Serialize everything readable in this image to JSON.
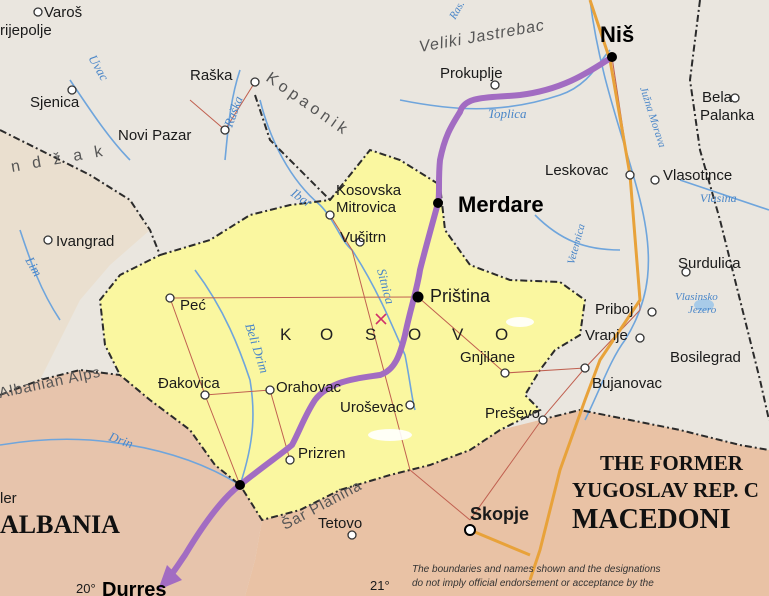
{
  "colors": {
    "land_serbia": "#eae6df",
    "land_albania": "#e7c4ac",
    "land_macedonia": "#e9c2a5",
    "kosovo": "#faf7a0",
    "route": "#a26cc2",
    "river": "#4a86c8",
    "border": "#2b2b2b"
  },
  "places": {
    "varos": "Varoš",
    "prijepolje": "rijepolje",
    "sjenica": "Sjenica",
    "raska": "Raška",
    "novi_pazar": "Novi Pazar",
    "prokuplje": "Prokuplje",
    "nis": "Niš",
    "bela_palanka_1": "Bela",
    "bela_palanka_2": "Palanka",
    "leskovac": "Leskovac",
    "vlasotince": "Vlasotince",
    "kosovska_mitrovica_1": "Kosovska",
    "kosovska_mitrovica_2": "Mitrovica",
    "merdare": "Merdare",
    "vucitrn": "Vučitrn",
    "ivangrad": "Ivangrad",
    "pristina": "Priština",
    "surdulica": "Surdulica",
    "pec": "Peć",
    "priboj": "Priboj",
    "vranje": "Vranje",
    "gnjilane": "Gnjilane",
    "bosilegrad": "Bosilegrad",
    "dakovica": "Đakovica",
    "orahovac": "Orahovac",
    "urosevac": "Uroševac",
    "bujanovac": "Bujanovac",
    "presevo": "Preševo",
    "prizren": "Prizren",
    "ler": "ler",
    "skopje": "Skopje",
    "tetovo": "Tetovo",
    "durres": "Durres"
  },
  "regions": {
    "kopaonik": "Kopaonik",
    "sandzak": "n d ž a k",
    "veliki_jastrebac": "Veliki Jastrebac",
    "albanian_alps": "Albanian Alps",
    "sar_planina": "Šar Planina",
    "kosovo_letters": [
      "K",
      "O",
      "S",
      "O",
      "V",
      "O"
    ]
  },
  "rivers": {
    "toplica": "Toplica",
    "ibar": "Ibar",
    "sitnica": "Sitnica",
    "beli_drim": "Beli Drim",
    "drin": "Drin",
    "lim": "Lim",
    "uvac": "Uvac",
    "raska_river": "Raška",
    "juzna_morava": "Južna Morava",
    "veternica": "Veternica",
    "vlasina": "Vlasina",
    "vlasinsko_1": "Vlasinsko",
    "vlasinsko_2": "Jezero",
    "rasina": "Ras."
  },
  "countries": {
    "albania": "ALBANIA",
    "fyrom_1": "THE FORMER",
    "fyrom_2": "YUGOSLAV REP. C",
    "fyrom_3": "MACEDONI"
  },
  "grid": {
    "lon_20": "20°",
    "lon_21": "21°"
  },
  "disclaimer": {
    "line1": "The boundaries and names shown and the designations",
    "line2": "do not imply official endorsement or acceptance by the"
  }
}
